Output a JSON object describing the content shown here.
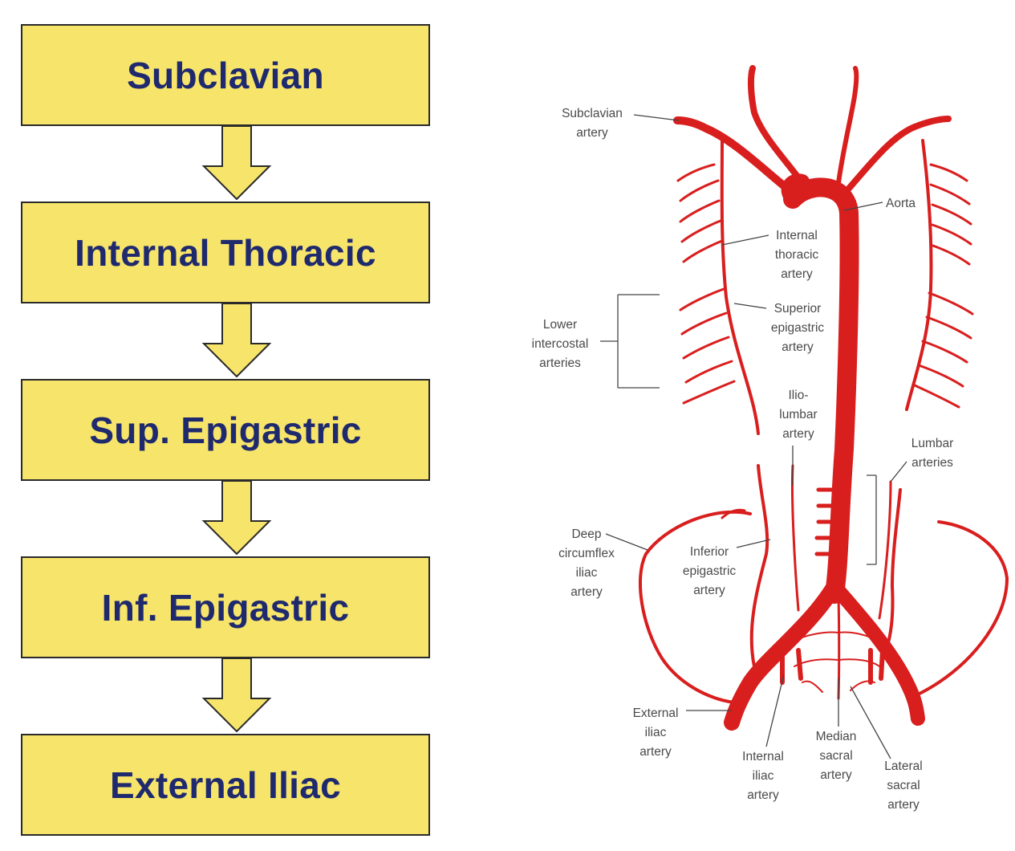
{
  "flow": {
    "steps": [
      "Subclavian",
      "Internal Thoracic",
      "Sup. Epigastric",
      "Inf. Epigastric",
      "External Iliac"
    ],
    "box_color": "#f7e46b",
    "text_color": "#1f2a6e"
  },
  "figure": {
    "artery_color": "#d91e1e",
    "labels": {
      "subclavian": [
        "Subclavian",
        "artery"
      ],
      "aorta": [
        "Aorta"
      ],
      "internal_thoracic": [
        "Internal",
        "thoracic",
        "artery"
      ],
      "superior_epigastric": [
        "Superior",
        "epigastric",
        "artery"
      ],
      "lower_intercostal": [
        "Lower",
        "intercostal",
        "arteries"
      ],
      "iliolumbar": [
        "Ilio-",
        "lumbar",
        "artery"
      ],
      "lumbar": [
        "Lumbar",
        "arteries"
      ],
      "deep_circumflex": [
        "Deep",
        "circumflex",
        "iliac",
        "artery"
      ],
      "inferior_epigastric": [
        "Inferior",
        "epigastric",
        "artery"
      ],
      "external_iliac": [
        "External",
        "iliac",
        "artery"
      ],
      "internal_iliac": [
        "Internal",
        "iliac",
        "artery"
      ],
      "median_sacral": [
        "Median",
        "sacral",
        "artery"
      ],
      "lateral_sacral": [
        "Lateral",
        "sacral",
        "artery"
      ]
    }
  }
}
